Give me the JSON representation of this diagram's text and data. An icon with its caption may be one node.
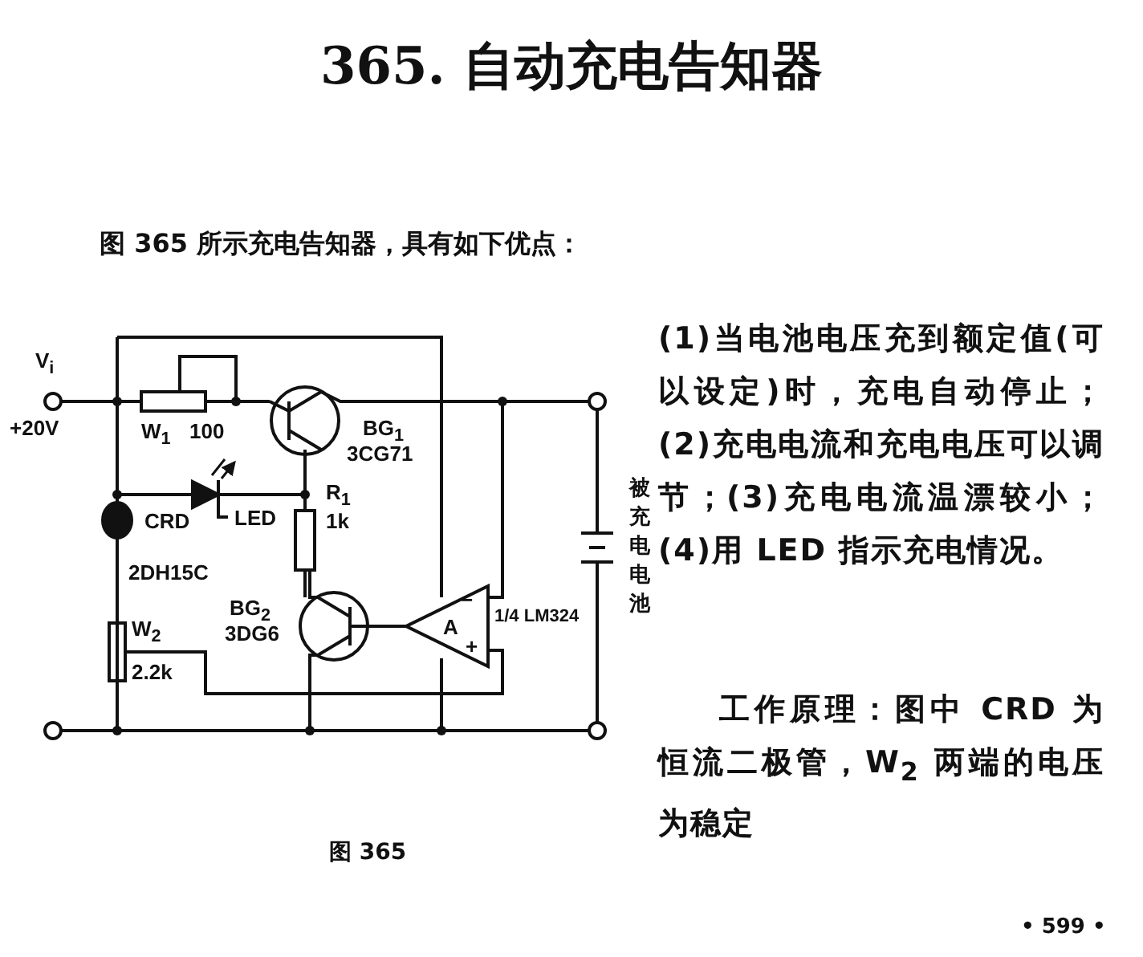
{
  "diagram": {
    "title": "365. 自动充电告知器",
    "caption": "图 365",
    "labels": [
      "图 365 所示充电告知器，具有如下优点：",
      "(1)当电池电压充到额定值(可以设定)时，充电自动停止；(2)充电电流和充电电压可以调节；(3)充电电流温漂较小；(4)用 LED 指示充电情况。",
      "工作原理：图中 CRD 为恒流二极管，W$_{2}$ 两端的电压为稳定",
      "V$_{i}$",
      "+20V",
      "W$_{1}$",
      "100",
      "BG$_{1}$",
      "3CG71",
      "LED",
      "R$_{1}$",
      "1k",
      "CRD",
      "2DH15C",
      "BG$_{2}$",
      "3DG6",
      "W$_{2}$",
      "2.2k",
      "A",
      "−",
      "+",
      "1/4 LM324",
      "被充电电池",
      "• 599 •"
    ]
  }
}
